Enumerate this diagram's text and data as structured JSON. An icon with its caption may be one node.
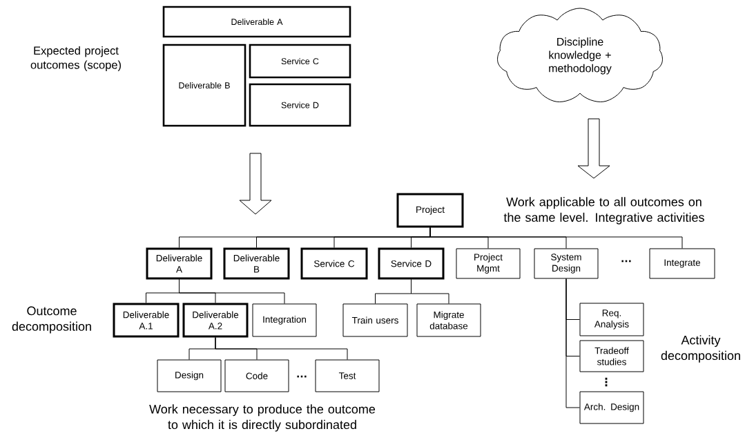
{
  "diagram": {
    "nodes": [
      {
        "text": [
          "Deliverable A"
        ]
      },
      {
        "text": [
          "Deliverable B"
        ]
      },
      {
        "text": [
          "Service C"
        ]
      },
      {
        "text": [
          "Service D"
        ]
      },
      {
        "text": [
          "Discipline knowledge + methodology"
        ]
      },
      {
        "text": [
          "Project"
        ]
      },
      {
        "text": [
          "Deliverable A"
        ]
      },
      {
        "text": [
          "Deliverable B"
        ]
      },
      {
        "text": [
          "Service C"
        ]
      },
      {
        "text": [
          "Service D"
        ]
      },
      {
        "text": [
          "Project Mgmt"
        ]
      },
      {
        "text": [
          "System Design"
        ]
      },
      {
        "text": [
          "Integrate"
        ]
      },
      {
        "text": [
          "Deliverable A.1"
        ]
      },
      {
        "text": [
          "Deliverable A.2"
        ]
      },
      {
        "text": [
          "Integration"
        ]
      },
      {
        "text": [
          "Train users"
        ]
      },
      {
        "text": [
          "Migrate database"
        ]
      },
      {
        "text": [
          "Design"
        ]
      },
      {
        "text": [
          "Code"
        ]
      },
      {
        "text": [
          "Test"
        ]
      },
      {
        "text": [
          "Req. Analysis"
        ]
      },
      {
        "text": [
          "Tradeoff studies"
        ]
      },
      {
        "text": [
          "Arch. Design"
        ]
      }
    ],
    "edges": [
      {
        "from": 5,
        "to": 6,
        "arrow": "none"
      },
      {
        "from": 5,
        "to": 7,
        "arrow": "none"
      },
      {
        "from": 5,
        "to": 8,
        "arrow": "none"
      },
      {
        "from": 5,
        "to": 9,
        "arrow": "none"
      },
      {
        "from": 5,
        "to": 10,
        "arrow": "none"
      },
      {
        "from": 5,
        "to": 11,
        "arrow": "none"
      },
      {
        "from": 5,
        "to": 12,
        "arrow": "none"
      },
      {
        "from": 6,
        "to": 13,
        "arrow": "none"
      },
      {
        "from": 6,
        "to": 14,
        "arrow": "none"
      },
      {
        "from": 6,
        "to": 15,
        "arrow": "none"
      },
      {
        "from": 9,
        "to": 16,
        "arrow": "none"
      },
      {
        "from": 9,
        "to": 17,
        "arrow": "none"
      },
      {
        "from": 14,
        "to": 18,
        "arrow": "none"
      },
      {
        "from": 14,
        "to": 19,
        "arrow": "none"
      },
      {
        "from": 14,
        "to": 20,
        "arrow": "none"
      },
      {
        "from": 11,
        "to": 21,
        "arrow": "none"
      },
      {
        "from": 11,
        "to": 22,
        "arrow": "none"
      },
      {
        "from": 11,
        "to": 23,
        "arrow": "none"
      }
    ],
    "labels": [
      "Expected project outcomes (scope)",
      "Work applicable to all outcomes on the same level. Integrative activities",
      "...",
      "Outcome decomposition",
      "...",
      "Activity decomposition",
      "⋮",
      "Work necessary to produce the outcome to which it is directly subordinated"
    ]
  }
}
